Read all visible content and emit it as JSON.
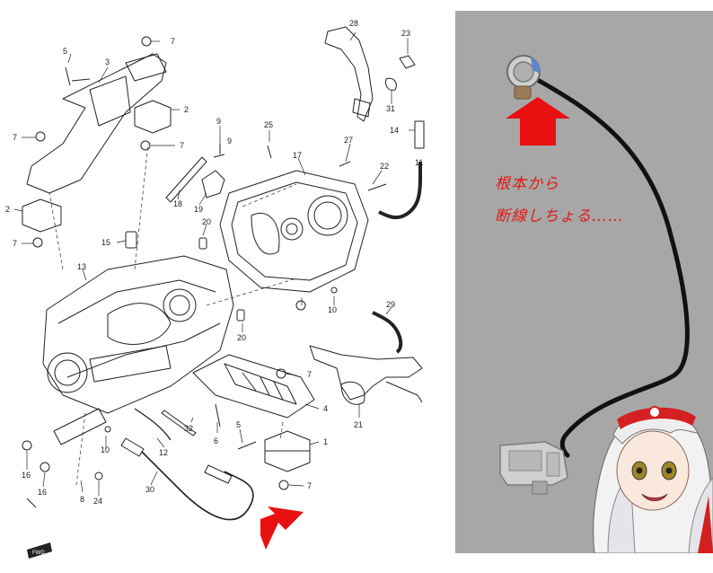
{
  "diagram": {
    "callouts": [
      {
        "id": "c1",
        "label": "1"
      },
      {
        "id": "c2a",
        "label": "2"
      },
      {
        "id": "c2b",
        "label": "2"
      },
      {
        "id": "c3",
        "label": "3"
      },
      {
        "id": "c4",
        "label": "4"
      },
      {
        "id": "c5a",
        "label": "5"
      },
      {
        "id": "c5b",
        "label": "5"
      },
      {
        "id": "c6",
        "label": "6"
      },
      {
        "id": "c7a",
        "label": "7"
      },
      {
        "id": "c7b",
        "label": "7"
      },
      {
        "id": "c7c",
        "label": "7"
      },
      {
        "id": "c7d",
        "label": "7"
      },
      {
        "id": "c7e",
        "label": "7"
      },
      {
        "id": "c7f",
        "label": "7"
      },
      {
        "id": "c8",
        "label": "8"
      },
      {
        "id": "c9a",
        "label": "9"
      },
      {
        "id": "c9b",
        "label": "9"
      },
      {
        "id": "c10a",
        "label": "10"
      },
      {
        "id": "c10b",
        "label": "10"
      },
      {
        "id": "c11",
        "label": "11"
      },
      {
        "id": "c12",
        "label": "12"
      },
      {
        "id": "c13",
        "label": "13"
      },
      {
        "id": "c14",
        "label": "14"
      },
      {
        "id": "c15",
        "label": "15"
      },
      {
        "id": "c16a",
        "label": "16"
      },
      {
        "id": "c16b",
        "label": "16"
      },
      {
        "id": "c17",
        "label": "17"
      },
      {
        "id": "c18",
        "label": "18"
      },
      {
        "id": "c19",
        "label": "19"
      },
      {
        "id": "c20a",
        "label": "20"
      },
      {
        "id": "c20b",
        "label": "20"
      },
      {
        "id": "c21",
        "label": "21"
      },
      {
        "id": "c22",
        "label": "22"
      },
      {
        "id": "c23",
        "label": "23"
      },
      {
        "id": "c24",
        "label": "24"
      },
      {
        "id": "c25",
        "label": "25"
      },
      {
        "id": "c27",
        "label": "27"
      },
      {
        "id": "c28",
        "label": "28"
      },
      {
        "id": "c29",
        "label": "29"
      },
      {
        "id": "c30",
        "label": "30"
      },
      {
        "id": "c31",
        "label": "31"
      },
      {
        "id": "c32",
        "label": "32"
      }
    ],
    "fwd_label": "FWD",
    "arrow_color": "#e81010"
  },
  "photo": {
    "note_line1": "根本から",
    "note_line2": "断線しちょる……",
    "note_color": "#e01818",
    "background": "#a7a7a7"
  }
}
